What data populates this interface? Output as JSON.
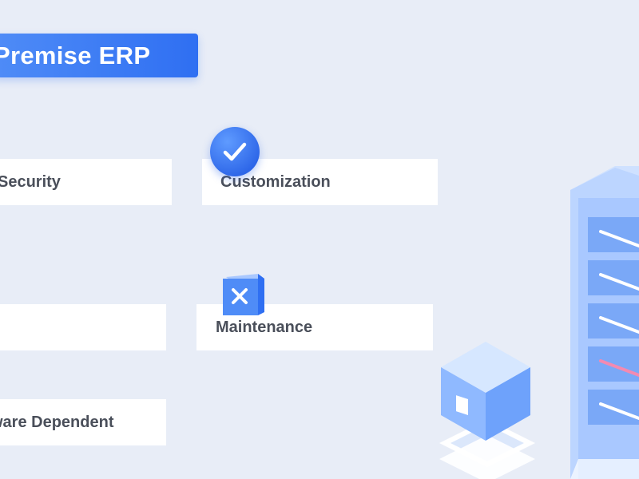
{
  "title": "Premise ERP",
  "cards": {
    "security": "Security",
    "customization": "Customization",
    "maintenance": "Maintenance",
    "hardware": "ware Dependent"
  },
  "icons": {
    "check": "check-icon",
    "cross": "cross-icon"
  },
  "colors": {
    "accent": "#2f6ff2",
    "background": "#e8edf7",
    "card": "#ffffff",
    "text": "#4a4f5a"
  }
}
